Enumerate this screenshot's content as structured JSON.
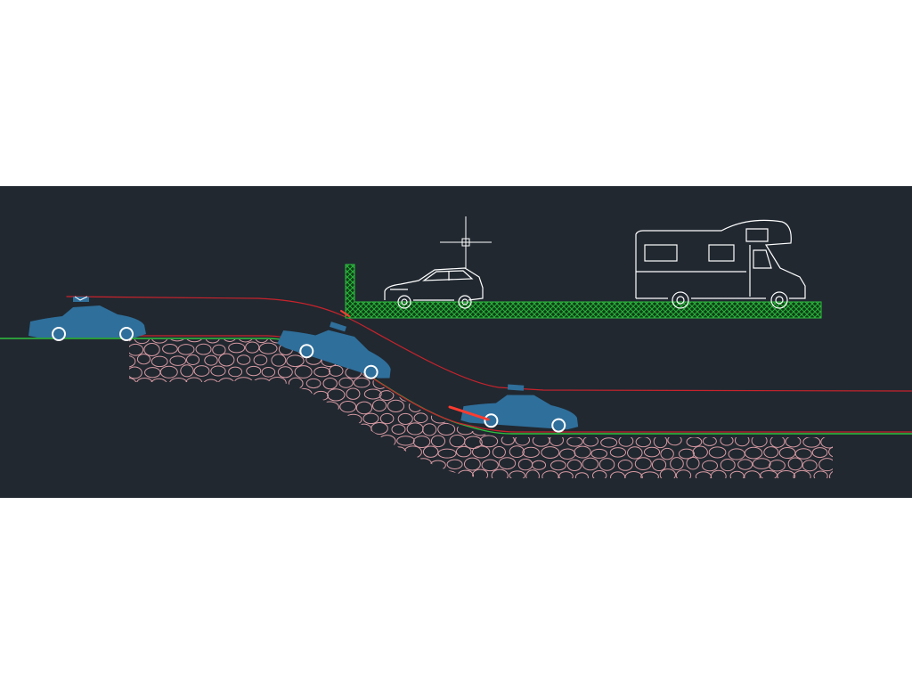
{
  "canvas": {
    "background": "#ffffff",
    "viewport_background": "#212830"
  },
  "colors": {
    "ground_line": "#2fbf3f",
    "clearance_line": "#c8232c",
    "rock_fill": "#d89aa3",
    "hatch_fill": "#1f8a2b",
    "vehicle_blue": "#2f6f9b",
    "vehicle_outline": "#ffffff",
    "crosshair": "#ffffff",
    "contact_highlight": "#ff3b2f"
  },
  "drawing": {
    "vehicles": [
      {
        "kind": "lowered-sedan",
        "state": "on-flat-road"
      },
      {
        "kind": "lowered-sedan",
        "state": "nose-down-on-ramp"
      },
      {
        "kind": "lowered-sedan",
        "state": "at-bottom-of-ramp-scraping"
      },
      {
        "kind": "hatchback",
        "state": "on-platform"
      },
      {
        "kind": "motorhome",
        "state": "on-platform"
      }
    ],
    "cursor": "crosshair-icon"
  }
}
